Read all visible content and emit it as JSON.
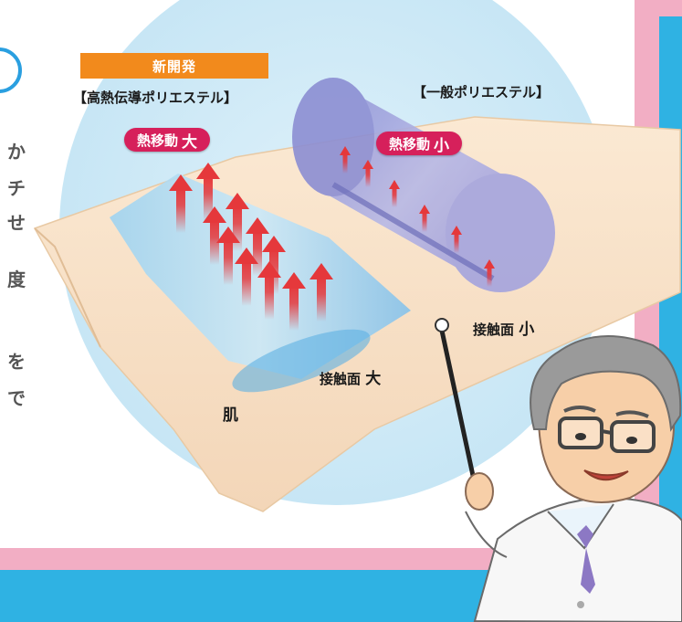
{
  "labels": {
    "new_dev": "新開発",
    "high_conductivity_polyester": "【高熱伝導ポリエステル】",
    "general_polyester": "【一般ポリエステル】",
    "skin": "肌",
    "contact_large": {
      "text": "接触面",
      "emph": "大"
    },
    "contact_small": {
      "text": "接触面",
      "emph": "小"
    }
  },
  "pills": {
    "heat_large": {
      "text": "熱移動",
      "emph": "大"
    },
    "heat_small": {
      "text": "熱移動",
      "emph": "小"
    }
  },
  "cutoff_chars": [
    "か",
    "チ",
    "せ",
    "度",
    "を",
    "で"
  ],
  "colors": {
    "pink_band": "#f2aec4",
    "blue_band": "#2fb2e3",
    "orange_tag": "#f28a1c",
    "pill_red": "#d6205b",
    "circle_bg": "#cfe9f6"
  }
}
